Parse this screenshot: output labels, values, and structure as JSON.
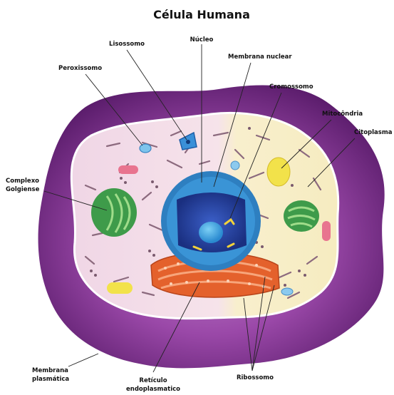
{
  "title": "Célula Humana",
  "labels": {
    "lisossomo": "Lisossomo",
    "nucleo": "Núcleo",
    "membrana_nuclear": "Membrana nuclear",
    "peroxissomo": "Peroxissomo",
    "cromossomo": "Cromossomo",
    "mitocondria": "Mitocôndria",
    "citoplasma": "Citoplasma",
    "complexo_1": "Complexo",
    "complexo_2": "Golgiense",
    "membrana_plasmatica_1": "Membrana",
    "membrana_plasmatica_2": "plasmática",
    "reticulo_1": "Retículo",
    "reticulo_2": "endoplasmatico",
    "ribossomo": "Ribossomo"
  },
  "colors": {
    "outer_membrane": "#8a3d9a",
    "membrane_dark": "#5d1f6e",
    "cytoplasm_left": "#f2dcea",
    "cytoplasm_right": "#f8efc8",
    "nucleus_outer": "#2e7fc0",
    "nucleus_inner": "#1c3f9a",
    "nucleolus": "#3aa7e0",
    "er": "#e4612c",
    "mitochondria": "#3e9b4a",
    "vesicle_yellow": "#f2e24a",
    "vesicle_pink": "#e8748f"
  }
}
